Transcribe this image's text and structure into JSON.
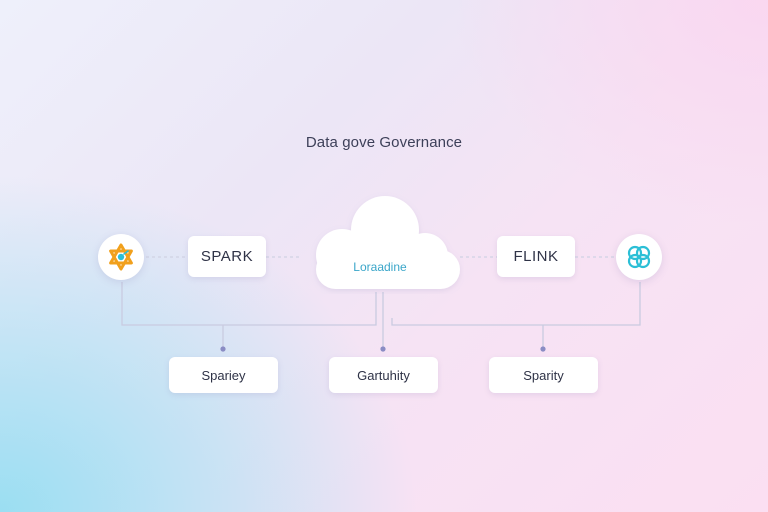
{
  "title": "Data gove Governance",
  "nodes": {
    "left_engine": {
      "label": "SPARK",
      "icon": "spark-star-icon"
    },
    "right_engine": {
      "label": "FLINK",
      "icon": "flink-knot-icon"
    },
    "cloud": {
      "label": "Loraadine",
      "icon": "cloud-icon"
    }
  },
  "sub_nodes": [
    {
      "label": "Spariey"
    },
    {
      "label": "Gartuhity"
    },
    {
      "label": "Sparity"
    }
  ],
  "colors": {
    "spark_orange": "#f1a01c",
    "flink_teal": "#2bbfd6",
    "connector": "#c9cbe0",
    "junction": "#8a8cc4",
    "cloud_label": "#3aa6c9",
    "text": "#2f3347"
  }
}
